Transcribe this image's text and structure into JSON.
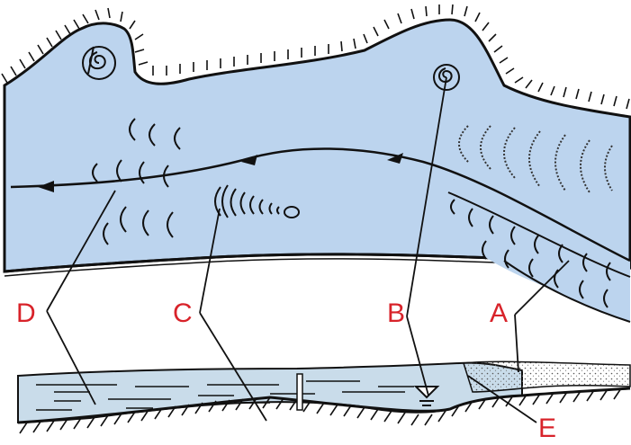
{
  "labels": {
    "a": "A",
    "b": "B",
    "c": "C",
    "d": "D",
    "e": "E"
  },
  "colors": {
    "flow": "#bcd4ee",
    "water": "#c9dcea",
    "sediment": "#e6e6e6",
    "ink": "#111111",
    "label": "#d8232a"
  },
  "icons": [
    "flow-arrow",
    "eddy-spiral",
    "water-level-marker",
    "hatching"
  ]
}
